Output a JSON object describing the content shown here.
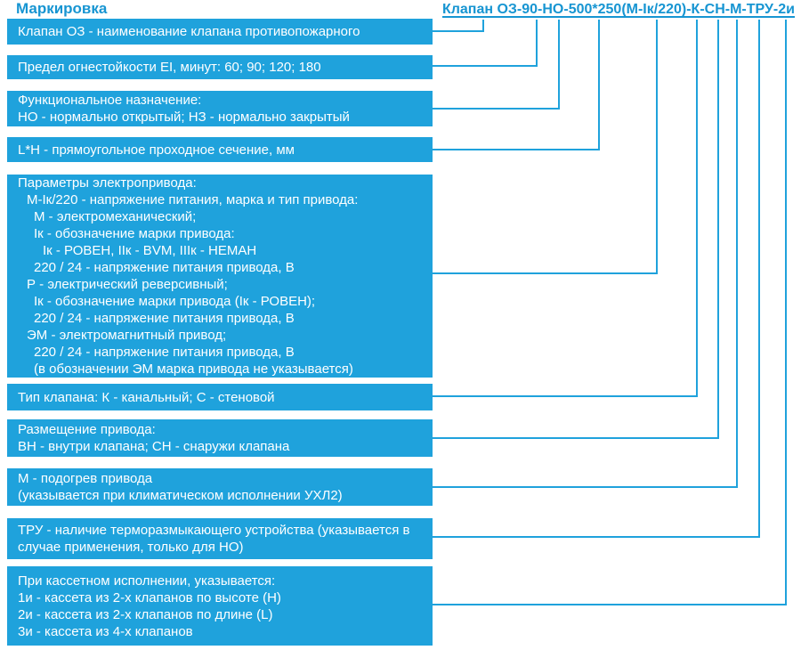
{
  "title": "Маркировка",
  "code": "Клапан ОЗ-90-НО-500*250(М-Iк/220)-К-СН-М-ТРУ-2и",
  "colors": {
    "box_bg": "#1fa2dc",
    "accent_text": "#1795d2",
    "line": "#1fa2dc",
    "box_text": "#ffffff"
  },
  "boxes": [
    {
      "name": "valve-name",
      "lines": [
        "Клапан ОЗ - наименование клапана противопожарного"
      ]
    },
    {
      "name": "fire-resistance",
      "lines": [
        "Предел огнестойкости EI, минут: 60; 90; 120; 180"
      ]
    },
    {
      "name": "functional-purpose",
      "lines": [
        "Функциональное назначение:",
        "НО - нормально открытый; НЗ - нормально закрытый"
      ]
    },
    {
      "name": "cross-section",
      "lines": [
        "L*H - прямоугольное проходное сечение, мм"
      ]
    },
    {
      "name": "actuator-params",
      "lines": [
        "Параметры электропривода:",
        "М-Iк/220 - напряжение питания, марка и тип привода:",
        "М - электромеханический;",
        "Iк - обозначение марки привода:",
        "Iк - РОВЕН, IIк - BVM, IIIк - НЕМАН",
        "220 / 24 - напряжение питания привода, В",
        "Р - электрический реверсивный;",
        "Iк - обозначение марки привода (Iк - РОВЕН);",
        "220 / 24 - напряжение питания привода, В",
        "ЭМ - электромагнитный привод;",
        "220 / 24 - напряжение питания привода, В",
        "(в обозначении ЭМ марка привода не указывается)"
      ]
    },
    {
      "name": "valve-type",
      "lines": [
        "Тип клапана: К - канальный; С - стеновой"
      ]
    },
    {
      "name": "actuator-placement",
      "lines": [
        "Размещение привода:",
        "ВН - внутри клапана; СН - снаружи клапана"
      ]
    },
    {
      "name": "actuator-heating",
      "lines": [
        "М - подогрев привода",
        "(указывается при климатическом исполнении УХЛ2)"
      ]
    },
    {
      "name": "thermal-release-device",
      "lines": [
        "ТРУ - наличие терморазмыкающего устройства (указывается в",
        "случае применения, только для НО)"
      ]
    },
    {
      "name": "cassette-version",
      "lines": [
        "При кассетном исполнении, указывается:",
        "1и - кассета из 2-х клапанов по высоте (H)",
        "2и - кассета из 2-х клапанов по длине (L)",
        "3и - кассета из 4-х клапанов"
      ]
    }
  ]
}
